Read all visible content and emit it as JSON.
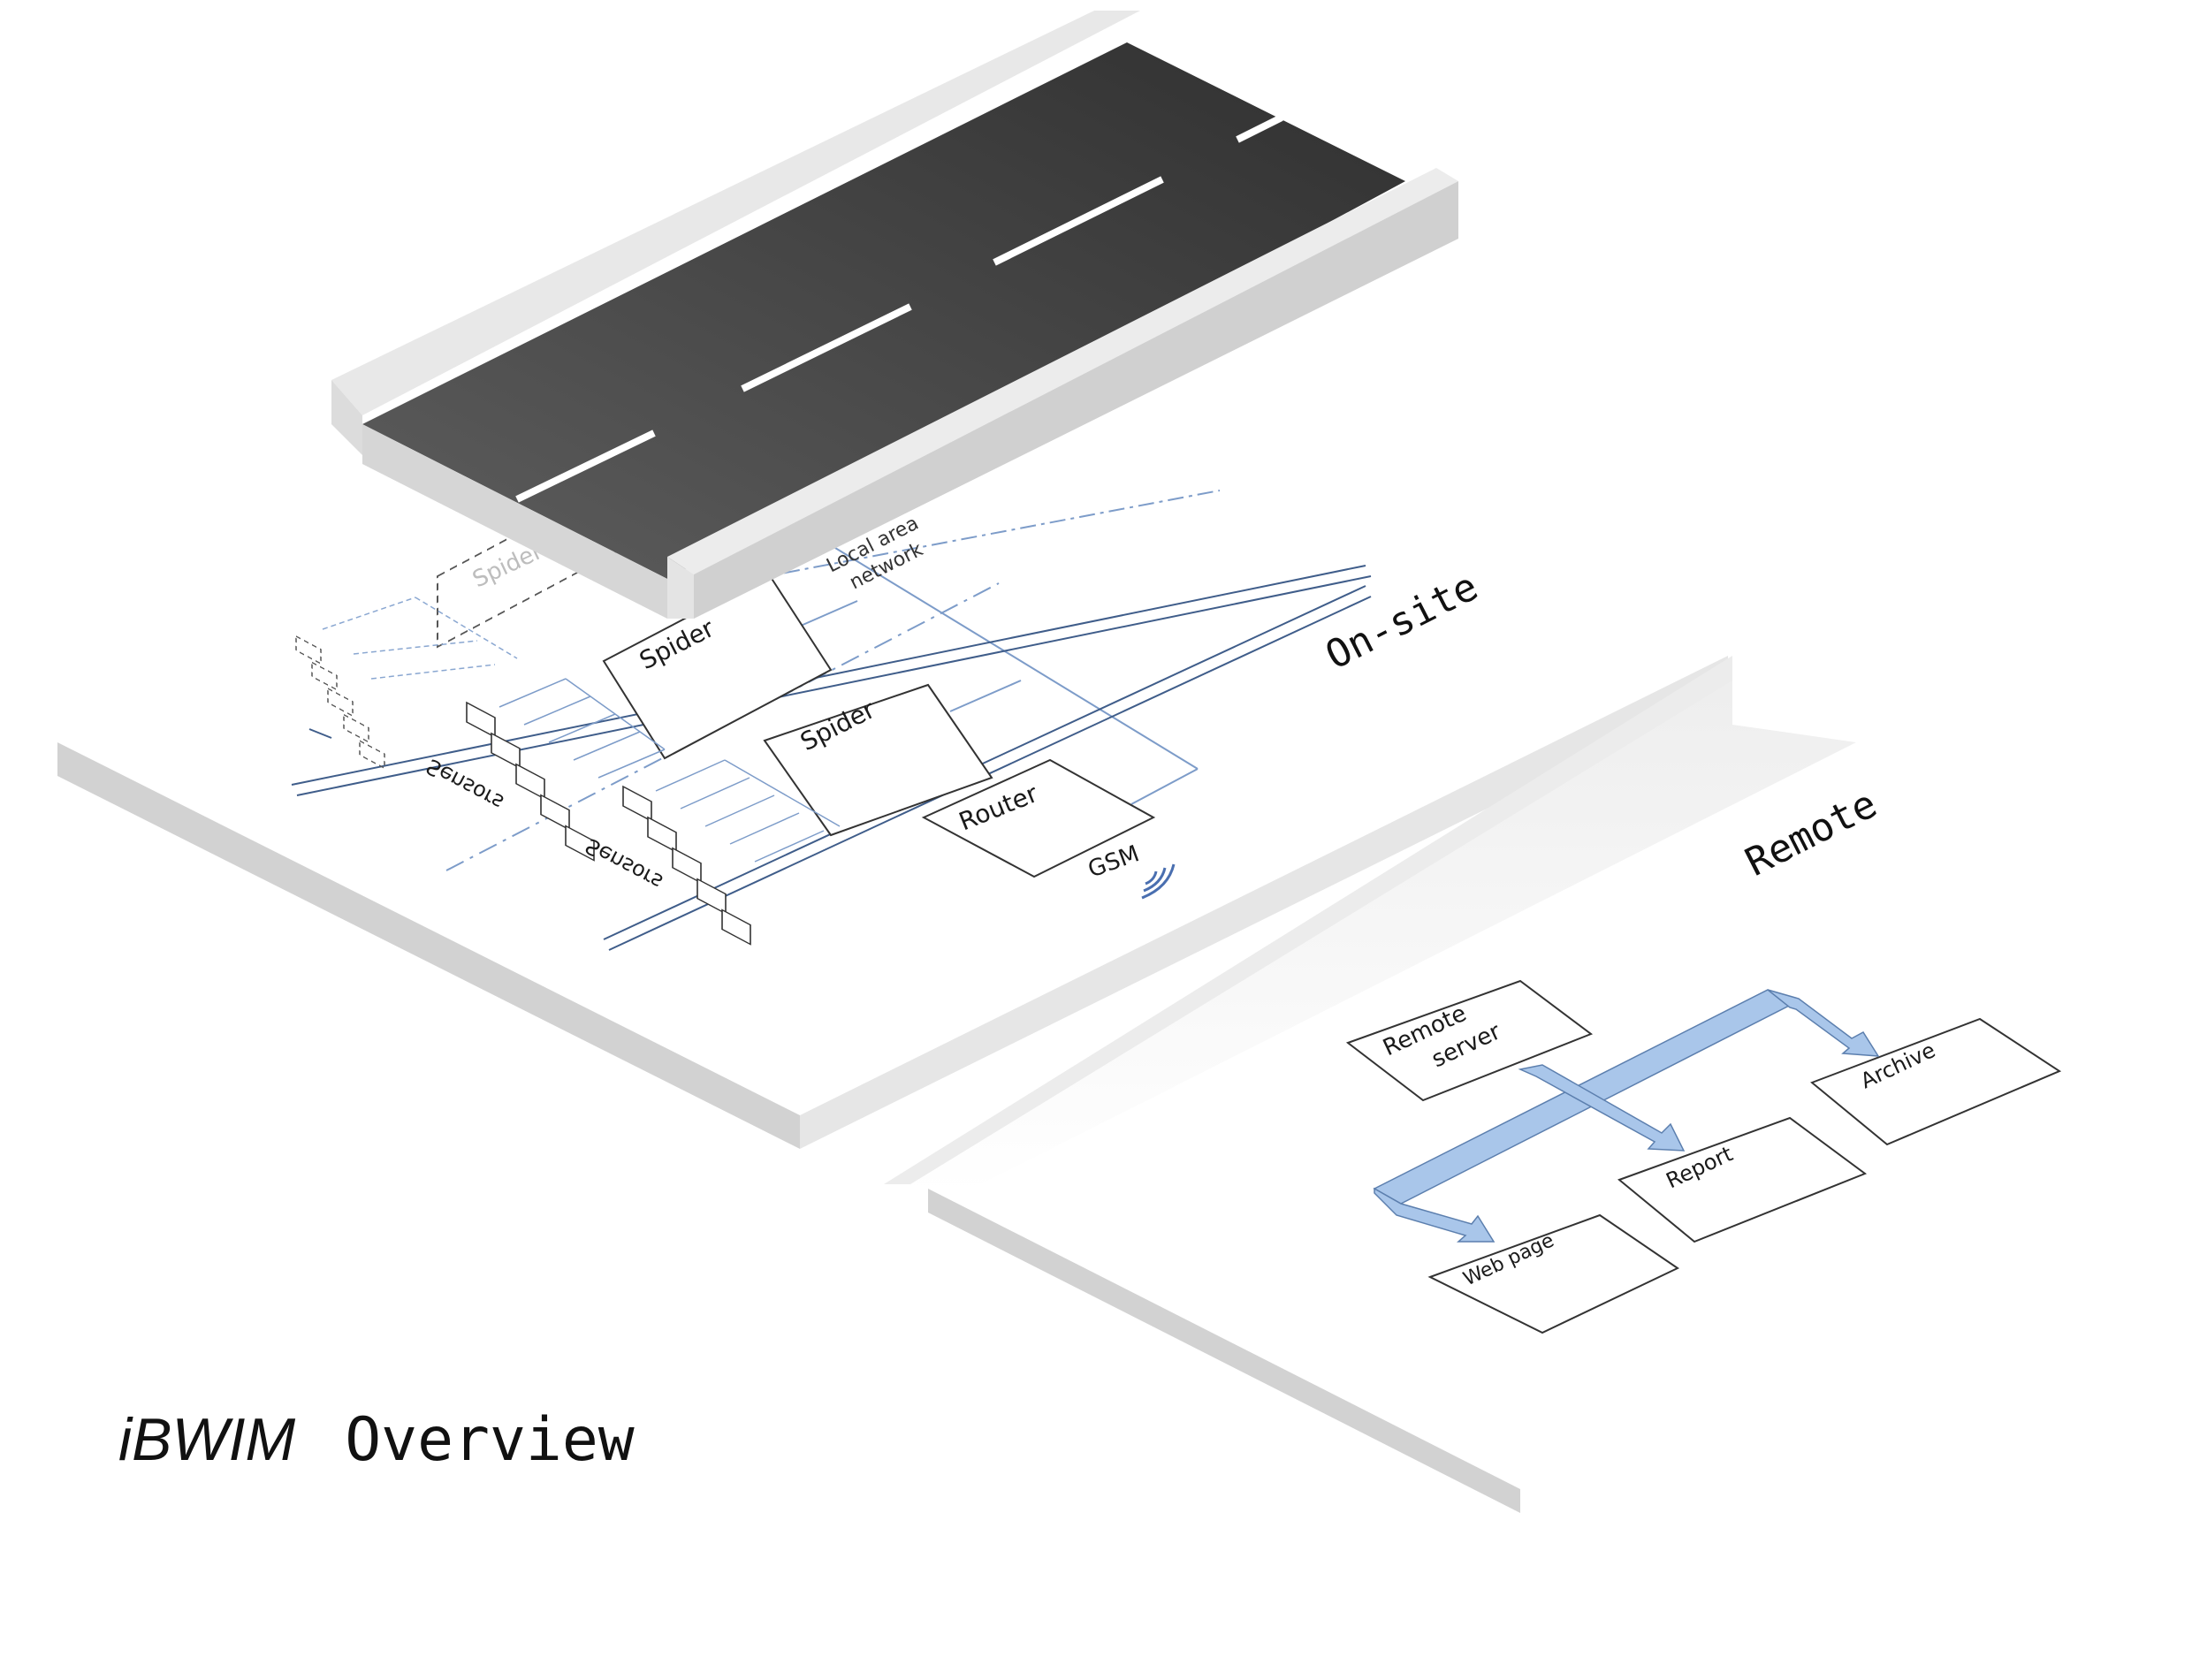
{
  "colors": {
    "road": "#3a3a3a",
    "lane_marking": "#ffffff",
    "curb": "#dcdcdc",
    "slab_edge": "#cfcfcf",
    "network_line": "#7d9cc9",
    "cable": "#3f5d8a",
    "arrow_fill": "#a9c6ea",
    "arrow_stroke": "#5c7fae",
    "box_stroke": "#333333",
    "wireless": "#4a6fb0"
  },
  "onsite": {
    "section_label": "On-site",
    "network_label_line1": "Local area",
    "network_label_line2": "network",
    "spider_ghost": "Spider",
    "spider_1": "Spider",
    "spider_2": "Spider",
    "sensors_1": "Sensors",
    "sensors_2": "Sensors",
    "router": "Router",
    "gsm": "GSM",
    "wireless_icon": "wireless-signal-icon"
  },
  "remote": {
    "section_label": "Remote",
    "server_line1": "Remote",
    "server_line2": "server",
    "web_page": "Web page",
    "report": "Report",
    "archive": "Archive"
  },
  "footer": {
    "brand": "iBWIM",
    "title": "Overview"
  }
}
